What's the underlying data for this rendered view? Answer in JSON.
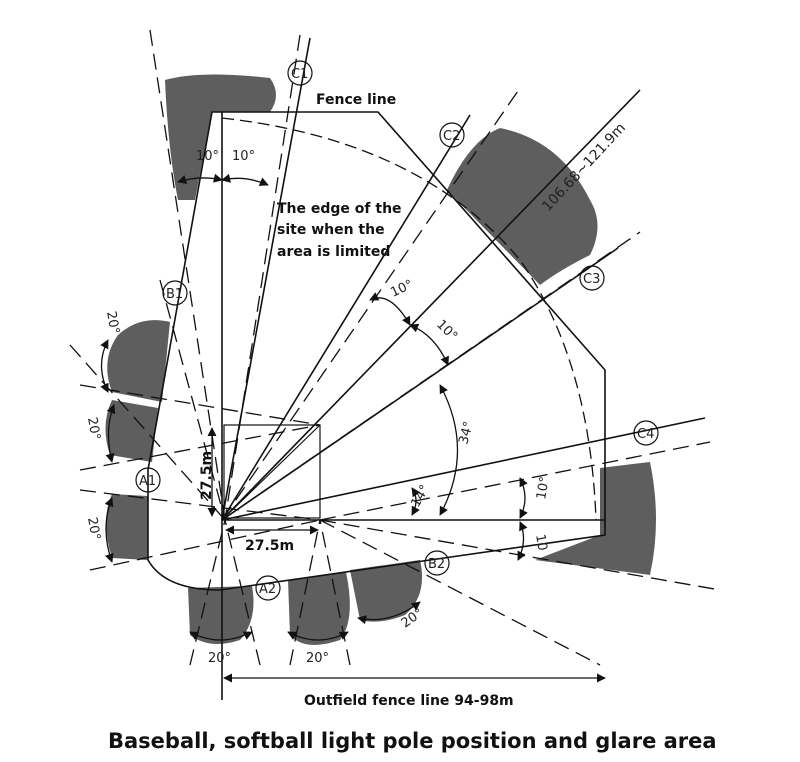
{
  "labels": {
    "fence_line": "Fence line",
    "site_edge_1": "The edge of the",
    "site_edge_2": "site when the",
    "site_edge_3": "area is limited",
    "distance": "106.68~121.9m",
    "outfield": "Outfield fence line 94-98m",
    "dim_vertical": "27.5m",
    "dim_horizontal": "27.5m",
    "caption": "Baseball, softball light pole position and glare area"
  },
  "poles": [
    "C1",
    "C2",
    "C3",
    "C4",
    "B1",
    "B2",
    "A1",
    "A2"
  ],
  "angles": {
    "top_left": "10°",
    "top_right": "10°",
    "c2_left": "10°",
    "c2_right": "10°",
    "arc_34": "34°",
    "arc_14": "14°",
    "c4_up": "10°",
    "c4_down": "10",
    "b1_glare": "20°",
    "left_mid": "20°",
    "left_low": "20°",
    "bottom_left": "20°",
    "bottom_mid": "20°",
    "b2_glare": "20°"
  },
  "colors": {
    "line": "#111111",
    "glare_area": "#5e5e5e",
    "background": "#ffffff"
  }
}
